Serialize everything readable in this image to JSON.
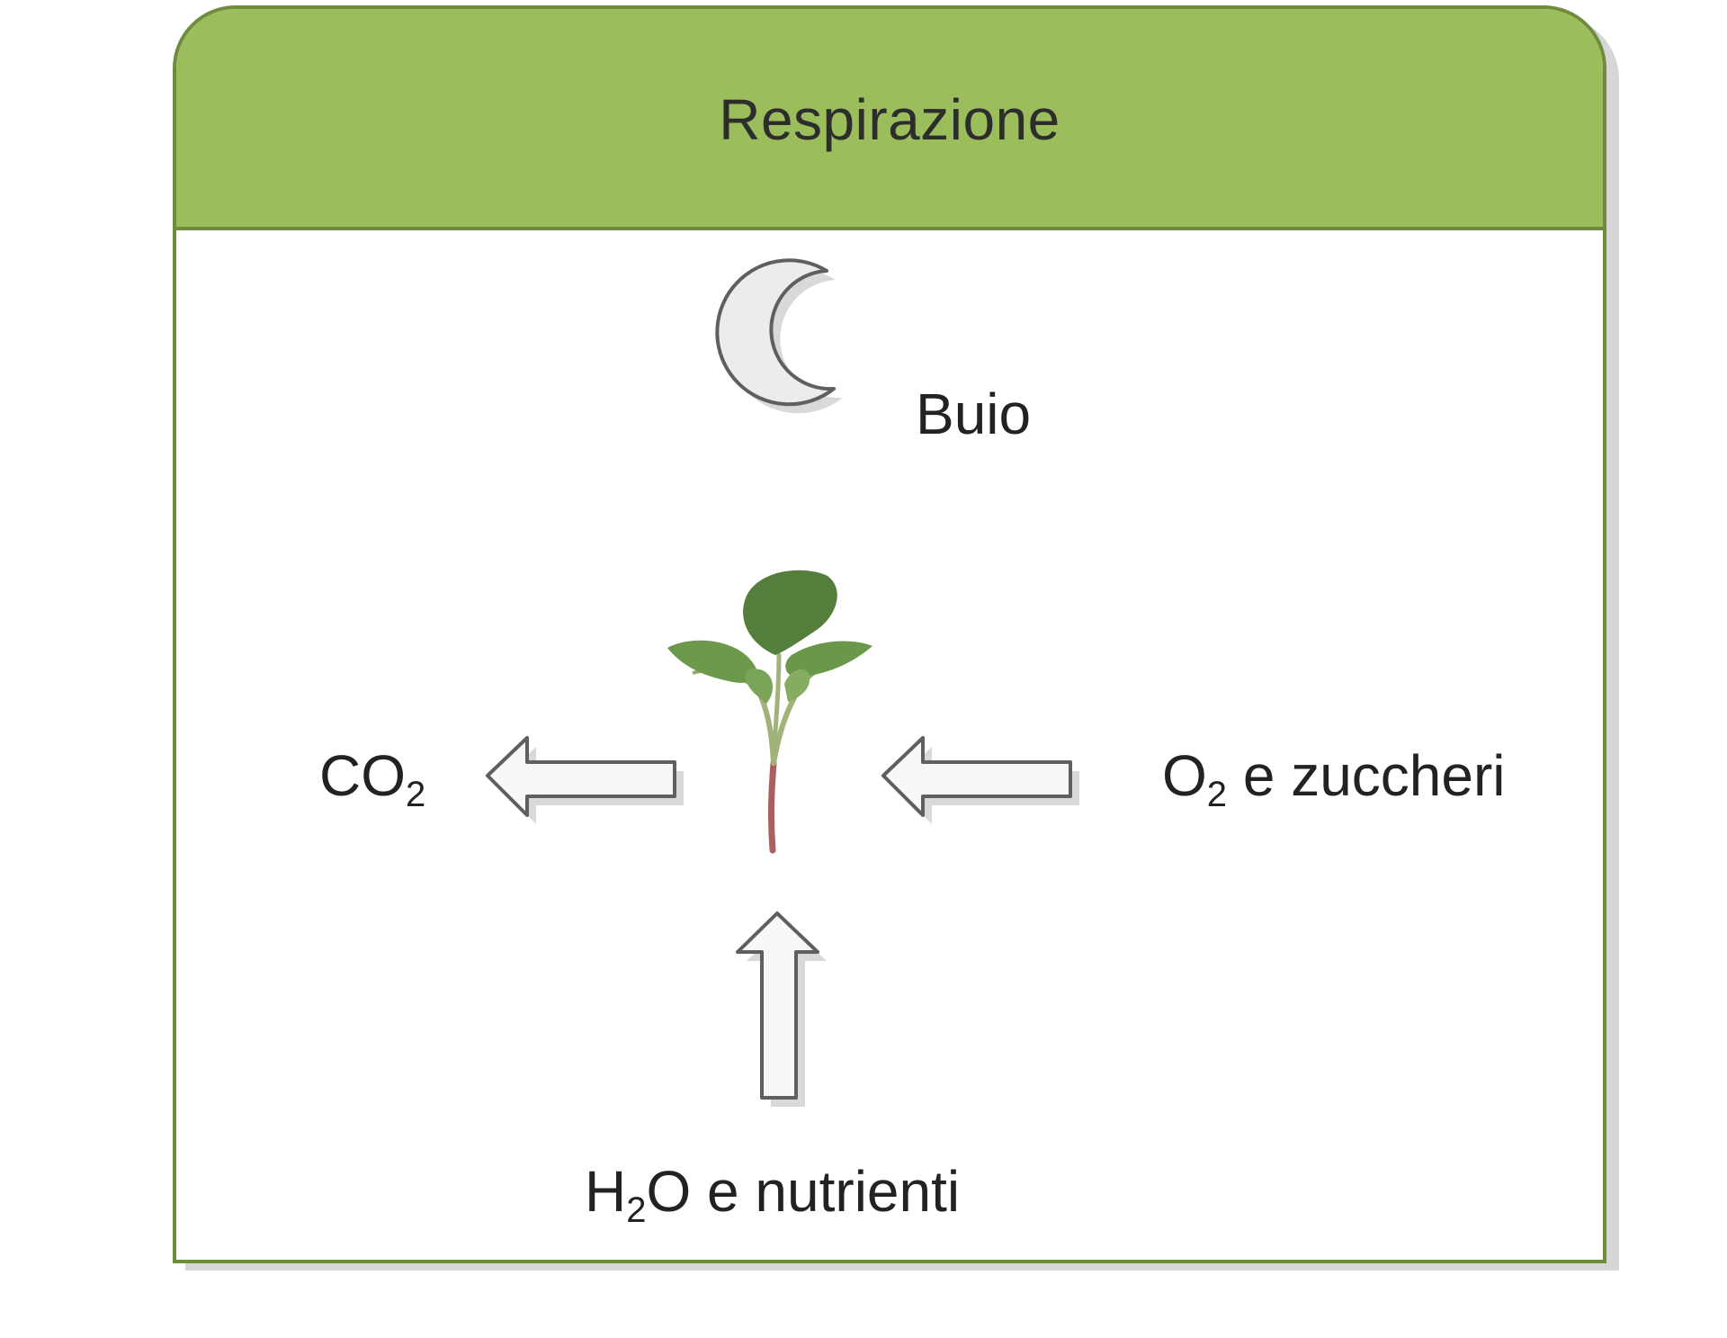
{
  "diagram": {
    "title": "Respirazione",
    "condition_label": "Buio",
    "output_label": {
      "main": "CO",
      "sub": "2"
    },
    "input_right_label": {
      "main": "O",
      "sub": "2",
      "rest": " e zuccheri"
    },
    "input_bottom_label": {
      "main": "H",
      "sub": "2",
      "rest": "O e nutrienti"
    },
    "icons": [
      "moon-icon",
      "plant-icon",
      "arrow-left-icon",
      "arrow-up-icon"
    ],
    "colors": {
      "header": "#9bbd5b",
      "border": "#6e8c3c",
      "arrow_stroke": "#5f5f5f",
      "moon_fill": "#ececec"
    }
  }
}
